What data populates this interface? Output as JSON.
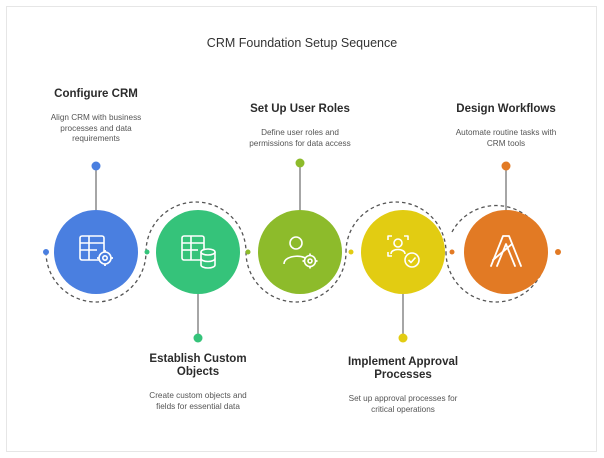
{
  "title": "CRM Foundation Setup Sequence",
  "colors": {
    "step1": "#4a7fe0",
    "step2": "#35c37a",
    "step3": "#8dbb2b",
    "step4": "#e2cc12",
    "step5": "#e27a24",
    "connector": "#555555"
  },
  "steps": [
    {
      "title": "Configure CRM",
      "description_lines": [
        "Align CRM with business",
        "processes and data",
        "requirements"
      ],
      "icon": "table-gear-icon"
    },
    {
      "title_lines": [
        "Establish Custom",
        "Objects"
      ],
      "description_lines": [
        "Create custom objects and",
        "fields for essential data"
      ],
      "icon": "table-database-icon"
    },
    {
      "title": "Set Up User Roles",
      "description_lines": [
        "Define user roles and",
        "permissions for data access"
      ],
      "icon": "user-gear-icon"
    },
    {
      "title_lines": [
        "Implement Approval",
        "Processes"
      ],
      "description_lines": [
        "Set up approval processes for",
        "critical operations"
      ],
      "icon": "user-approval-icon"
    },
    {
      "title": "Design Workflows",
      "description_lines": [
        "Automate routine tasks with",
        "CRM tools"
      ],
      "icon": "workflow-logo-icon"
    }
  ]
}
